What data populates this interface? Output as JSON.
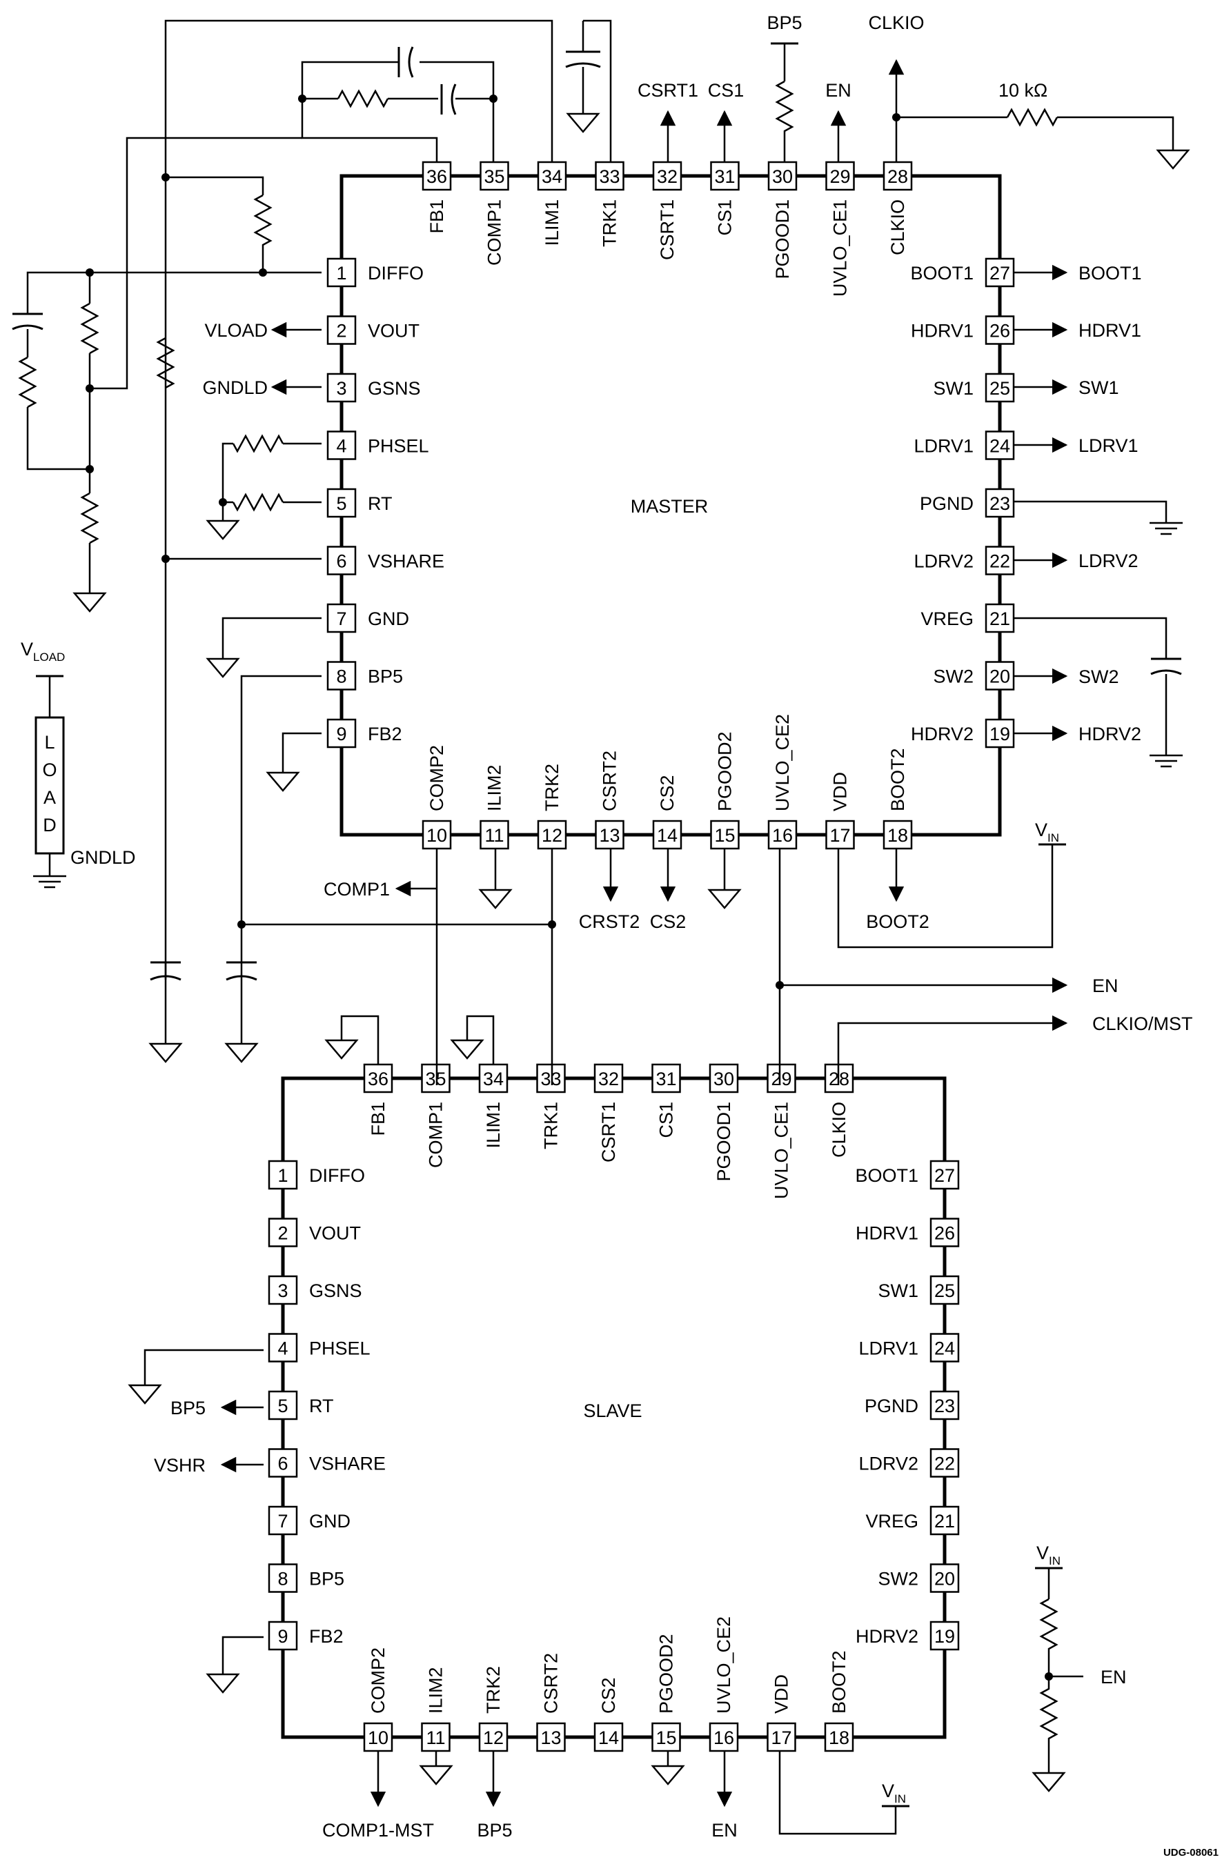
{
  "master": {
    "title": "MASTER",
    "pins": [
      {
        "num": "1",
        "name": "DIFFO"
      },
      {
        "num": "2",
        "name": "VOUT"
      },
      {
        "num": "3",
        "name": "GSNS"
      },
      {
        "num": "4",
        "name": "PHSEL"
      },
      {
        "num": "5",
        "name": "RT"
      },
      {
        "num": "6",
        "name": "VSHARE"
      },
      {
        "num": "7",
        "name": "GND"
      },
      {
        "num": "8",
        "name": "BP5"
      },
      {
        "num": "9",
        "name": "FB2"
      },
      {
        "num": "10",
        "name": "COMP2"
      },
      {
        "num": "11",
        "name": "ILIM2"
      },
      {
        "num": "12",
        "name": "TRK2"
      },
      {
        "num": "13",
        "name": "CSRT2"
      },
      {
        "num": "14",
        "name": "CS2"
      },
      {
        "num": "15",
        "name": "PGOOD2"
      },
      {
        "num": "16",
        "name": "UVLO_CE2"
      },
      {
        "num": "17",
        "name": "VDD"
      },
      {
        "num": "18",
        "name": "BOOT2"
      },
      {
        "num": "19",
        "name": "HDRV2"
      },
      {
        "num": "20",
        "name": "SW2"
      },
      {
        "num": "21",
        "name": "VREG"
      },
      {
        "num": "22",
        "name": "LDRV2"
      },
      {
        "num": "23",
        "name": "PGND"
      },
      {
        "num": "24",
        "name": "LDRV1"
      },
      {
        "num": "25",
        "name": "SW1"
      },
      {
        "num": "26",
        "name": "HDRV1"
      },
      {
        "num": "27",
        "name": "BOOT1"
      },
      {
        "num": "28",
        "name": "CLKIO"
      },
      {
        "num": "29",
        "name": "UVLO_CE1"
      },
      {
        "num": "30",
        "name": "PGOOD1"
      },
      {
        "num": "31",
        "name": "CS1"
      },
      {
        "num": "32",
        "name": "CSRT1"
      },
      {
        "num": "33",
        "name": "TRK1"
      },
      {
        "num": "34",
        "name": "ILIM1"
      },
      {
        "num": "35",
        "name": "COMP1"
      },
      {
        "num": "36",
        "name": "FB1"
      }
    ]
  },
  "slave": {
    "title": "SLAVE",
    "pins": [
      {
        "num": "1",
        "name": "DIFFO"
      },
      {
        "num": "2",
        "name": "VOUT"
      },
      {
        "num": "3",
        "name": "GSNS"
      },
      {
        "num": "4",
        "name": "PHSEL"
      },
      {
        "num": "5",
        "name": "RT"
      },
      {
        "num": "6",
        "name": "VSHARE"
      },
      {
        "num": "7",
        "name": "GND"
      },
      {
        "num": "8",
        "name": "BP5"
      },
      {
        "num": "9",
        "name": "FB2"
      },
      {
        "num": "10",
        "name": "COMP2"
      },
      {
        "num": "11",
        "name": "ILIM2"
      },
      {
        "num": "12",
        "name": "TRK2"
      },
      {
        "num": "13",
        "name": "CSRT2"
      },
      {
        "num": "14",
        "name": "CS2"
      },
      {
        "num": "15",
        "name": "PGOOD2"
      },
      {
        "num": "16",
        "name": "UVLO_CE2"
      },
      {
        "num": "17",
        "name": "VDD"
      },
      {
        "num": "18",
        "name": "BOOT2"
      },
      {
        "num": "19",
        "name": "HDRV2"
      },
      {
        "num": "20",
        "name": "SW2"
      },
      {
        "num": "21",
        "name": "VREG"
      },
      {
        "num": "22",
        "name": "LDRV2"
      },
      {
        "num": "23",
        "name": "PGND"
      },
      {
        "num": "24",
        "name": "LDRV1"
      },
      {
        "num": "25",
        "name": "SW1"
      },
      {
        "num": "26",
        "name": "HDRV1"
      },
      {
        "num": "27",
        "name": "BOOT1"
      },
      {
        "num": "28",
        "name": "CLKIO"
      },
      {
        "num": "29",
        "name": "UVLO_CE1"
      },
      {
        "num": "30",
        "name": "PGOOD1"
      },
      {
        "num": "31",
        "name": "CS1"
      },
      {
        "num": "32",
        "name": "CSRT1"
      },
      {
        "num": "33",
        "name": "TRK1"
      },
      {
        "num": "34",
        "name": "ILIM1"
      },
      {
        "num": "35",
        "name": "COMP1"
      },
      {
        "num": "36",
        "name": "FB1"
      }
    ]
  },
  "nets": {
    "bp5": "BP5",
    "clkio": "CLKIO",
    "en": "EN",
    "csrt1": "CSRT1",
    "cs1": "CS1",
    "vload": "VLOAD",
    "gndld": "GNDLD",
    "boot1": "BOOT1",
    "hdrv1": "HDRV1",
    "sw1": "SW1",
    "ldrv1": "LDRV1",
    "ldrv2": "LDRV2",
    "sw2": "SW2",
    "hdrv2": "HDRV2",
    "comp1": "COMP1",
    "crst2": "CRST2",
    "cs2": "CS2",
    "boot2": "BOOT2",
    "en_out": "EN",
    "clkio_mst": "CLKIO/MST",
    "slave_bp5": "BP5",
    "vshr": "VSHR",
    "comp1_mst": "COMP1-MST",
    "slave_trk2": "BP5",
    "slave_en": "EN",
    "divider_en": "EN"
  },
  "resistor_value": "10 kΩ",
  "load": {
    "v_main": "V",
    "v_sub": "LOAD",
    "letters": [
      "L",
      "O",
      "A",
      "D"
    ],
    "gnd_label": "GNDLD"
  },
  "vin": {
    "main": "V",
    "sub": "IN"
  },
  "figure_id": "UDG-08061"
}
